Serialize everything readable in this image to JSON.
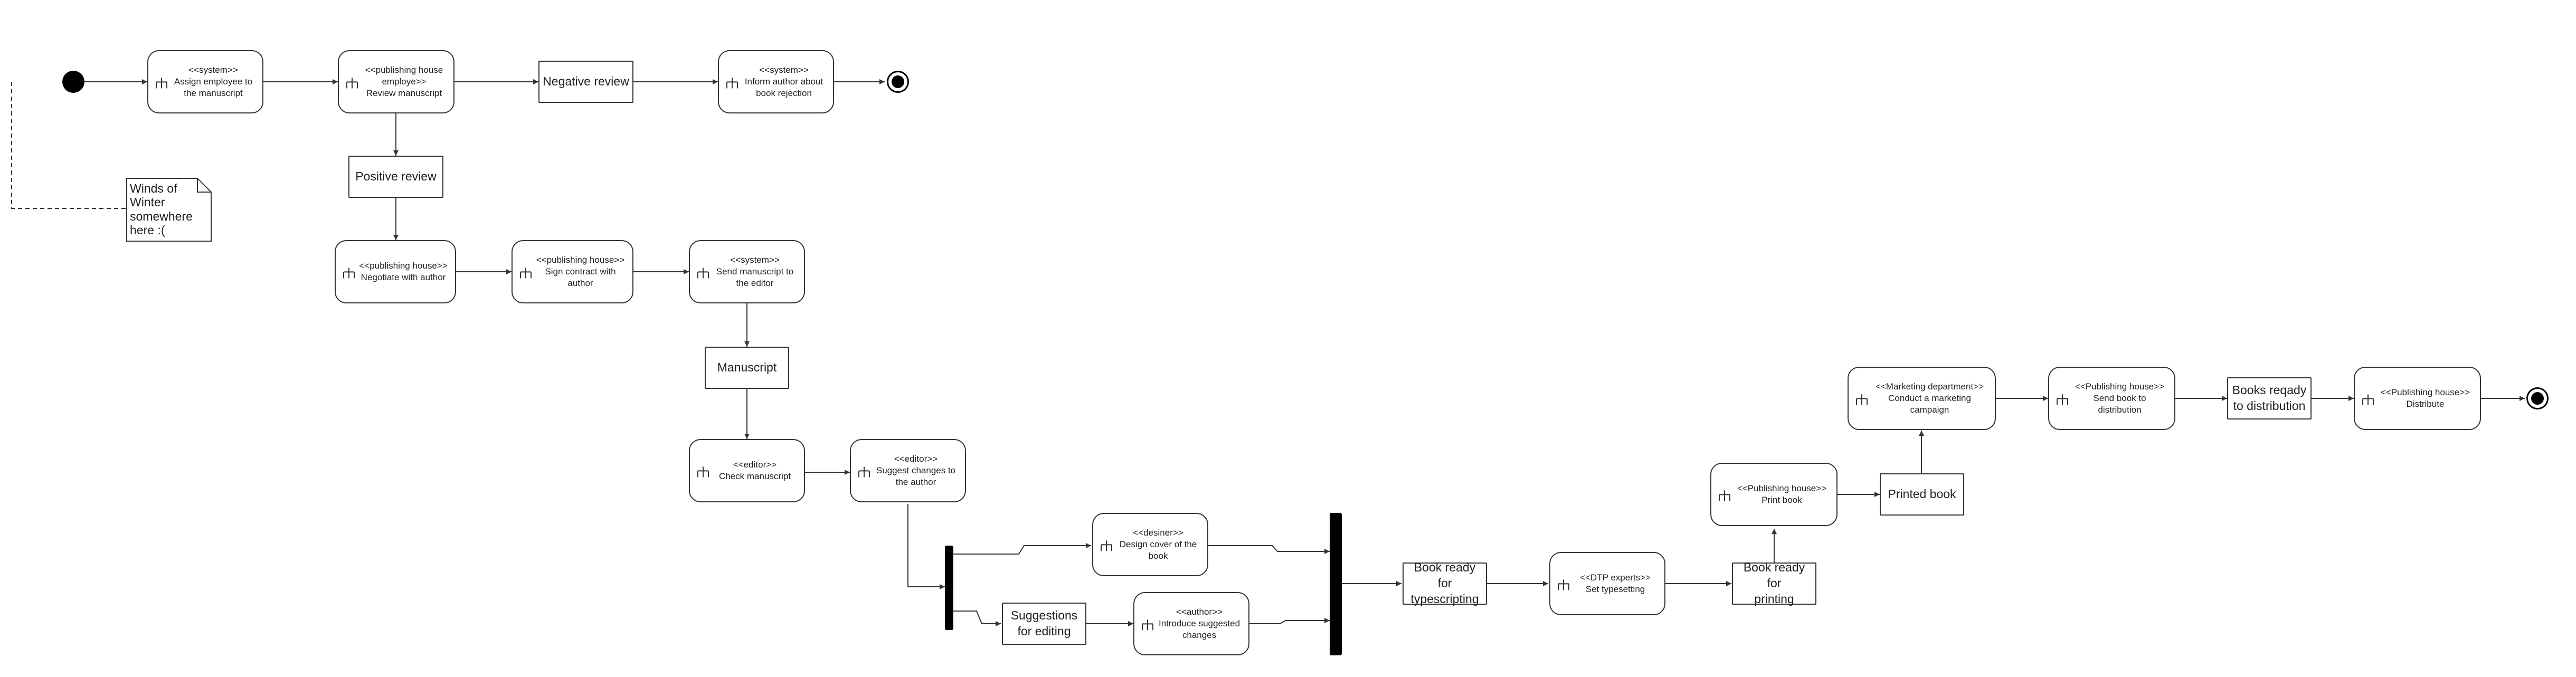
{
  "diagram": {
    "actions": {
      "assign_employee": "<<system>>\nAssign employee to\nthe manuscript",
      "review_manuscript": "<<publishing house\nemploye>>\nReview manuscript",
      "inform_author": "<<system>>\nInform author about\nbook rejection",
      "negotiate": "<<publishing house>>\nNegotiate with author",
      "sign_contract": "<<publishing house>>\nSign contract with\nauthor",
      "send_to_editor": "<<system>>\nSend manuscript to\nthe editor",
      "check_manuscript": "<<editor>>\nCheck manuscript",
      "suggest_changes": "<<editor>>\nSuggest changes to\nthe author",
      "design_cover": "<<desiner>>\nDesign cover of the\nbook",
      "introduce_changes": "<<author>>\nIntroduce suggested\nchanges",
      "set_typesetting": "<<DTP experts>>\nSet typesetting",
      "print_book": "<<Publishing house>>\nPrint book",
      "marketing": "<<Marketing department>>\nConduct a marketing\ncampaign",
      "send_distribution": "<<Publishing house>>\nSend book to\ndistribution",
      "distribute": "<<Publishing house>>\nDistribute"
    },
    "objects": {
      "negative_review": "Negative review",
      "positive_review": "Positive review",
      "manuscript": "Manuscript",
      "suggestions": "Suggestions\nfor editing",
      "typescripting": "Book ready for\ntypescripting",
      "printing": "Book ready for\nprinting",
      "printed_book": "Printed book",
      "books_ready": "Books reqady\nto distribution"
    },
    "note": "Winds of\nWinter\nsomewhere\nhere :(",
    "colors": {
      "stroke": "#333333",
      "fill": "#ffffff",
      "marker": "#000000"
    }
  }
}
